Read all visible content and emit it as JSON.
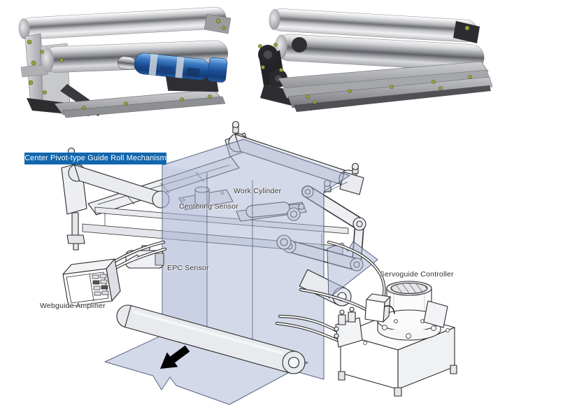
{
  "title_banner": {
    "text": "Center Pivot-type Guide Roll Mechanism",
    "bg_color": "#1166ad",
    "text_color": "#ffffff"
  },
  "diagram_labels": {
    "work_cylinder": "Work Cylinder",
    "centering_sensor": "Centering Sensor",
    "epc_sensor": "EPC Sensor",
    "webguide_amplifier": "Webguide Amplifier",
    "servoguide_controller": "Servoguide Controller"
  },
  "web": {
    "color": "#a9b4d4",
    "direction_arrow": "down-left",
    "arrow_color": "#000000"
  },
  "drawing": {
    "outline_color": "#2b2b2b",
    "machine_fill": "#eceef2"
  },
  "products": {
    "actuator_color": "#1c4f97",
    "bolt_color": "#9aa23a"
  }
}
